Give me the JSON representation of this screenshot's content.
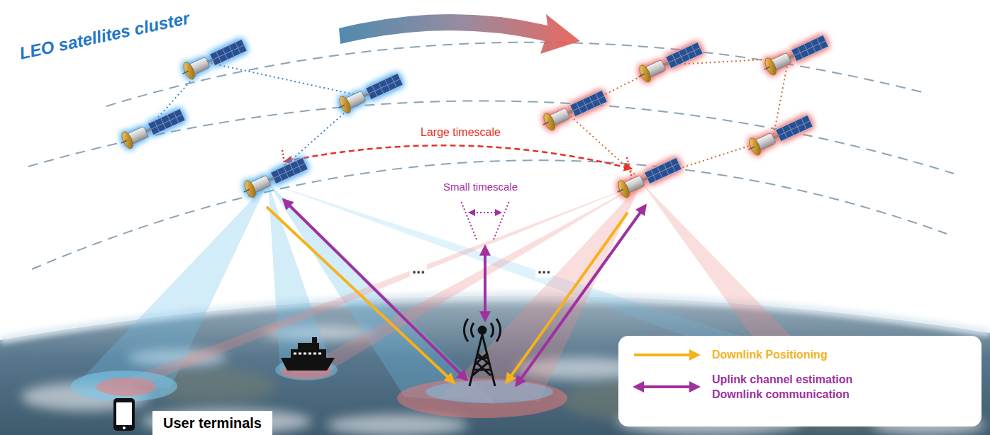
{
  "diagram": {
    "nodes": [
      {
        "text": [
          "User terminals"
        ]
      }
    ],
    "labels": [
      "LEO satellites cluster",
      "Large timescale",
      "Small timescale",
      "...",
      "..."
    ],
    "legend": [
      {
        "text": "Downlink Positioning"
      },
      {
        "text": "Uplink channel estimation Downlink communication"
      }
    ]
  }
}
